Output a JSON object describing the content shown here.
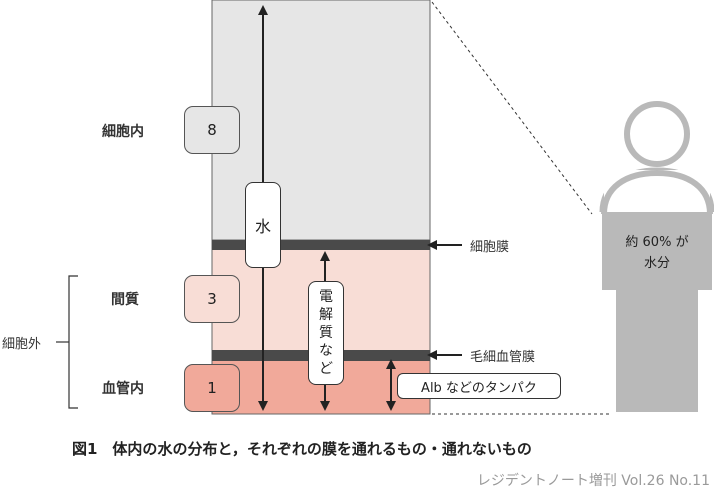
{
  "compartments": {
    "intracellular": {
      "label": "細胞内",
      "ratio": "8"
    },
    "interstitial": {
      "label": "間質",
      "ratio": "3"
    },
    "intravascular": {
      "label": "血管内",
      "ratio": "1"
    },
    "extracellular": {
      "label": "細胞外"
    }
  },
  "membranes": {
    "cell": "細胞膜",
    "capillary": "毛細血管膜"
  },
  "arrows": {
    "water": "水",
    "electrolytes_line1": "電",
    "electrolytes_line2": "解",
    "electrolytes_line3": "質",
    "electrolytes_line4": "な",
    "electrolytes_line5": "ど",
    "protein": "Alb などのタンパク"
  },
  "person": {
    "line1": "約 60% が",
    "line2": "水分"
  },
  "caption": "図1　体内の水の分布と，それぞれの膜を通れるもの・通れないもの",
  "credit": "レジデントノート増刊 Vol.26 No.11",
  "colors": {
    "intracellular": "#e6e6e6",
    "interstitial": "#f8ddd6",
    "intravascular": "#f1a99a",
    "membrane": "#4a4a4a",
    "person": "#b9b9b9"
  }
}
